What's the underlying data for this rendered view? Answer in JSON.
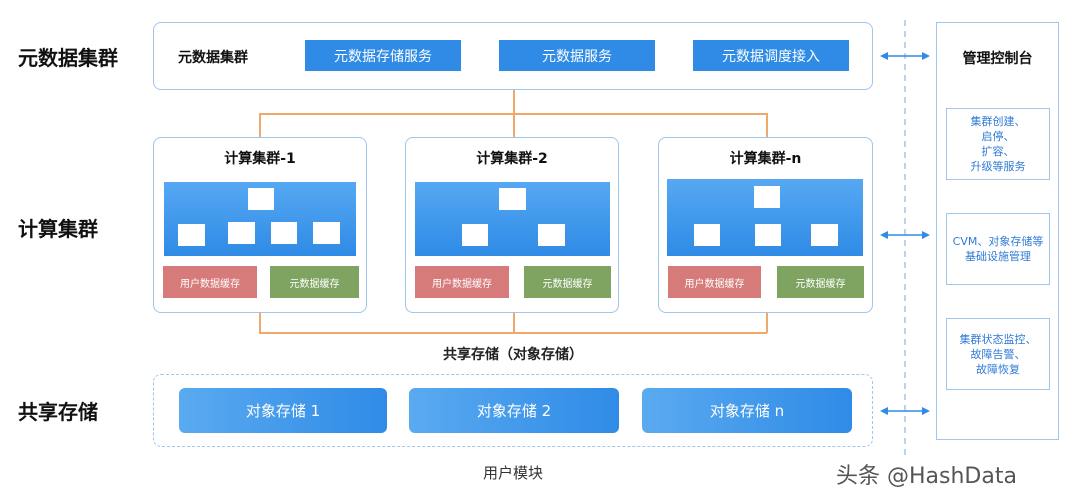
{
  "rows": {
    "metadata_cluster": "元数据集群",
    "compute_cluster": "计算集群",
    "shared_storage": "共享存储"
  },
  "metadata_panel": {
    "title": "元数据集群",
    "services": [
      "元数据存储服务",
      "元数据服务",
      "元数据调度接入"
    ]
  },
  "compute_clusters": [
    {
      "title": "计算集群-1",
      "user_cache": "用户数据缓存",
      "meta_cache": "元数据缓存"
    },
    {
      "title": "计算集群-2",
      "user_cache": "用户数据缓存",
      "meta_cache": "元数据缓存"
    },
    {
      "title": "计算集群-n",
      "user_cache": "用户数据缓存",
      "meta_cache": "元数据缓存"
    }
  ],
  "shared_storage_caption": "共享存储（对象存储）",
  "object_stores": [
    "对象存储 1",
    "对象存储 2",
    "对象存储 n"
  ],
  "user_module": "用户模块",
  "console": {
    "title": "管理控制台",
    "items": [
      "集群创建、\n启停、\n扩容、\n升级等服务",
      "CVM、对象存储等\n基础设施管理",
      "集群状态监控、\n故障告警、\n故障恢复"
    ]
  },
  "watermark": "头条 @HashData",
  "colors": {
    "accent_blue": "#2f8be6",
    "border_blue": "#9fc6ec",
    "connector_orange": "#f0a86a",
    "cache_red": "#d77a7a",
    "cache_green": "#7fa462"
  }
}
